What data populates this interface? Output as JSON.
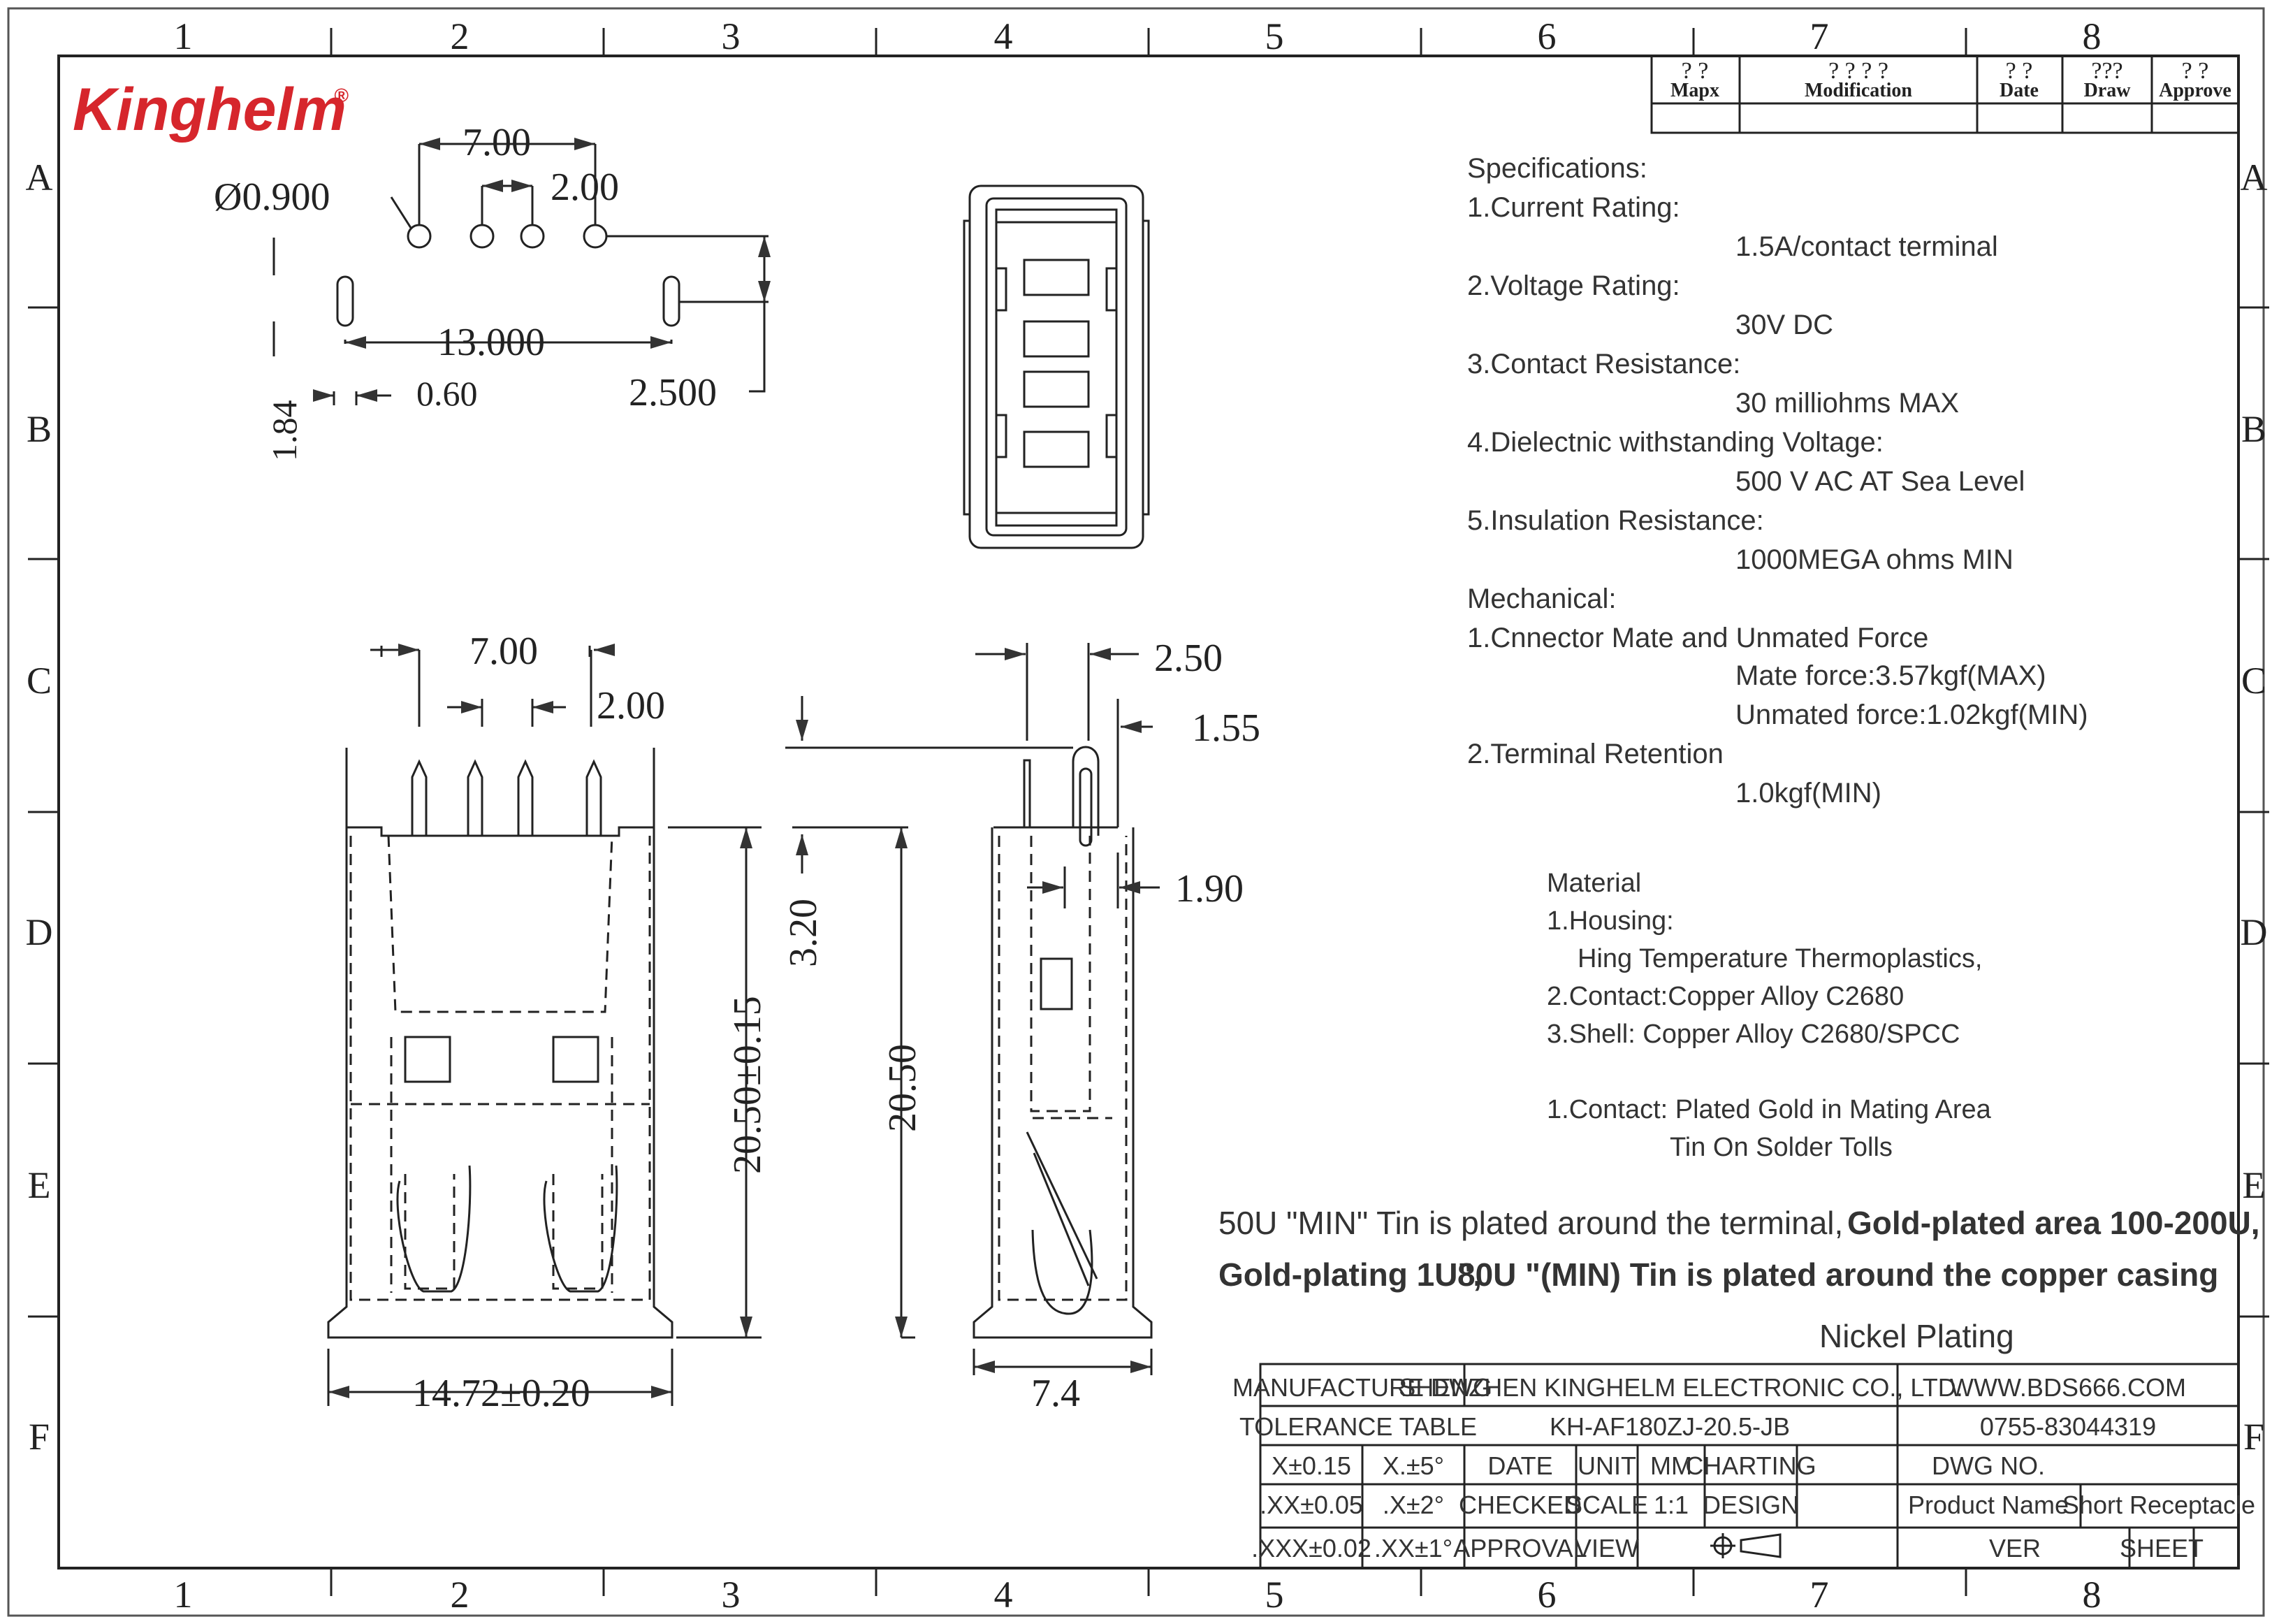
{
  "logo": {
    "text": "Kinghelm",
    "reg": "®",
    "color": "#d6262c"
  },
  "frame": {
    "columns": [
      "1",
      "2",
      "3",
      "4",
      "5",
      "6",
      "7",
      "8"
    ],
    "rows": [
      "A",
      "B",
      "C",
      "D",
      "E",
      "F"
    ]
  },
  "revision_block": {
    "marks": [
      "? ?",
      "? ? ? ?",
      "? ?",
      "???",
      "? ?"
    ],
    "headers": [
      "Mapx",
      "Modification",
      "Date",
      "Draw",
      "Approve"
    ]
  },
  "dims": {
    "pcb": {
      "pitch_outer": "7.00",
      "pitch_inner": "2.00",
      "hole_dia": "Ø0.900",
      "span": "13.000",
      "slot_w": "0.60",
      "slot_h": "1.84",
      "offset": "2.500"
    },
    "front": {
      "pitch_outer": "7.00",
      "pitch_inner": "2.00",
      "height": "20.50±0.15",
      "width": "14.72±0.20"
    },
    "side": {
      "top1": "2.50",
      "top2": "1.55",
      "pin": "3.20",
      "height": "20.50",
      "tail": "1.90",
      "base": "7.4"
    }
  },
  "specs": {
    "lines": [
      "Specifications:",
      "1.Current Rating:",
      "1.5A/contact terminal",
      "2.Voltage Rating:",
      "30V DC",
      "3.Contact Resistance:",
      "30 milliohms MAX",
      "4.Dielectnic withstanding Voltage:",
      "500 V AC AT Sea Level",
      "5.Insulation Resistance:",
      "1000MEGA ohms MIN",
      "Mechanical:",
      "1.Cnnector Mate and Unmated Force",
      "Mate force:3.57kgf(MAX)",
      "Unmated force:1.02kgf(MIN)",
      "2.Terminal Retention",
      "1.0kgf(MIN)"
    ]
  },
  "material": {
    "lines": [
      "Material",
      "1.Housing:",
      "Hing Temperature Thermoplastics,",
      "2.Contact:Copper Alloy C2680",
      "3.Shell: Copper Alloy C2680/SPCC",
      "1.Contact: Plated Gold in Mating Area",
      "Tin On Solder Tolls"
    ]
  },
  "plating": {
    "line1a": "50U \"MIN\" Tin is plated around the terminal,",
    "line1b": "Gold-plated area 100-200U,",
    "line2a": "Gold-plating 1U\",",
    "line2b": "80U \"(MIN) Tin is plated around the copper casing",
    "line3": "Nickel  Plating"
  },
  "title_block": {
    "manufacture_dwg": "MANUFACTURE DWG",
    "company": "SHENZHEN KINGHELM ELECTRONIC CO., LTD.",
    "website": "WWW.BDS666.COM",
    "tolerance_table": "TOLERANCE TABLE",
    "part_no": "KH-AF180ZJ-20.5-JB",
    "phone": "0755-83044319",
    "tol_x": "X±0.15",
    "tol_xang": "X.±5°",
    "date": "DATE",
    "unit": "UNIT",
    "unit_val": "MM",
    "charting": "CHARTING",
    "dwg_no": "DWG NO.",
    "tol_xx": ".XX±0.05",
    "tol_xxang": ".X±2°",
    "checked": "CHECKED",
    "scale": "SCALE",
    "scale_val": "1:1",
    "design": "DESIGN",
    "product_name": "Product Name",
    "product_val": "Short Receptacle",
    "tol_xxx": ".XXX±0.02",
    "tol_xxxang": ".XX±1°",
    "approval": "APPROVAL",
    "view": "VIEW",
    "ver": "VER",
    "sheet": "SHEET"
  }
}
